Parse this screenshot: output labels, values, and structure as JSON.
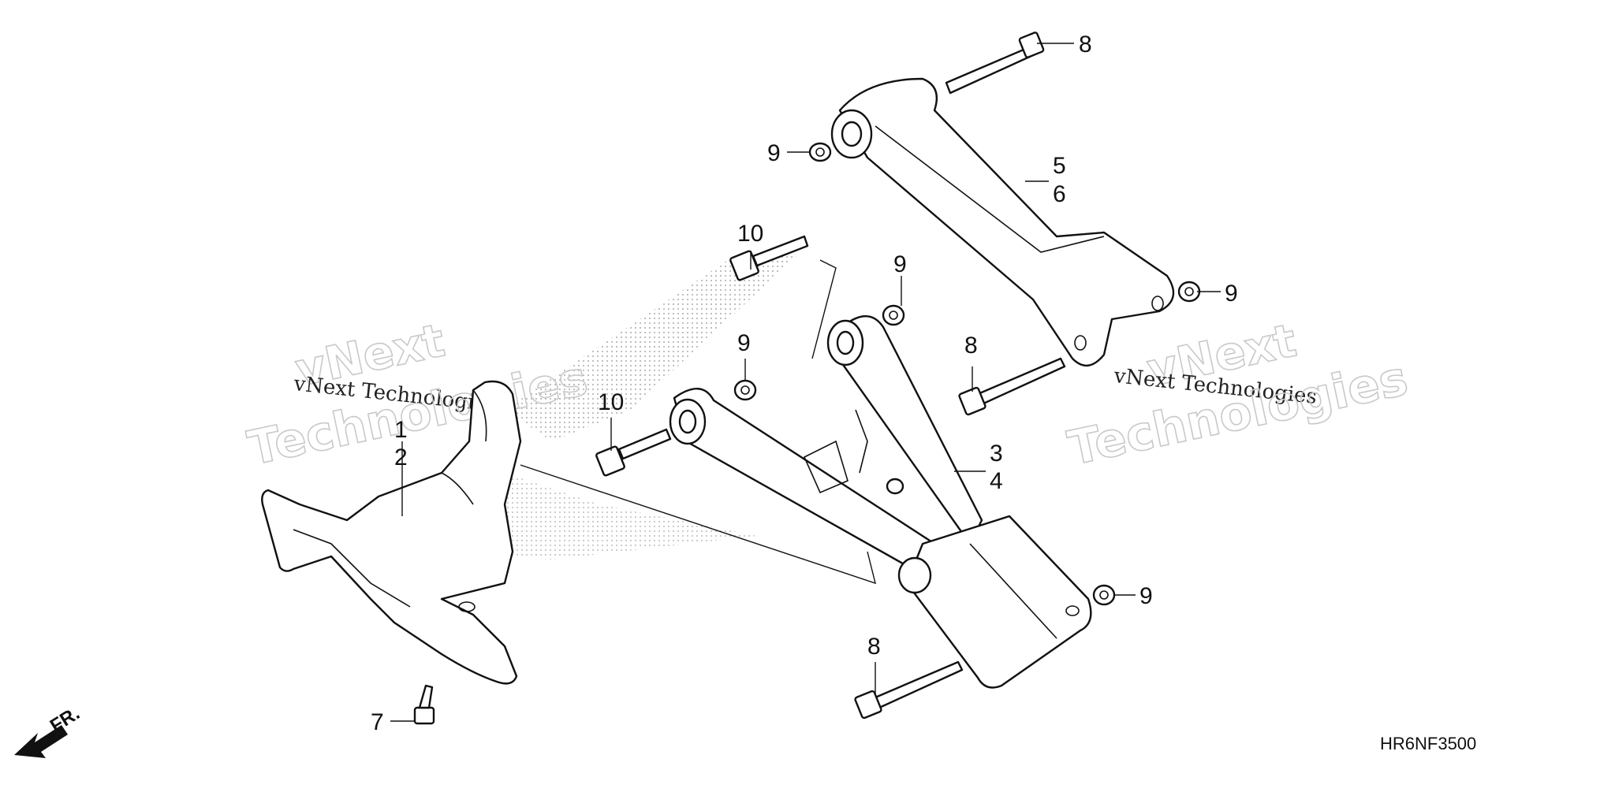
{
  "callouts": {
    "c1": "1",
    "c2": "2",
    "c3": "3",
    "c4": "4",
    "c5": "5",
    "c6": "6",
    "c7": "7",
    "c8a": "8",
    "c8b": "8",
    "c8c": "8",
    "c9a": "9",
    "c9b": "9",
    "c9c": "9",
    "c9d": "9",
    "c9e": "9",
    "c10a": "10",
    "c10b": "10"
  },
  "direction_label": "FR.",
  "diagram_code": "HR6NF3500",
  "watermark": {
    "line1": "vNext",
    "line2": "vNext Technologies",
    "line3": "Technologies",
    "color": "#c9c9c9"
  },
  "icons": [
    "front-direction-arrow-icon"
  ]
}
